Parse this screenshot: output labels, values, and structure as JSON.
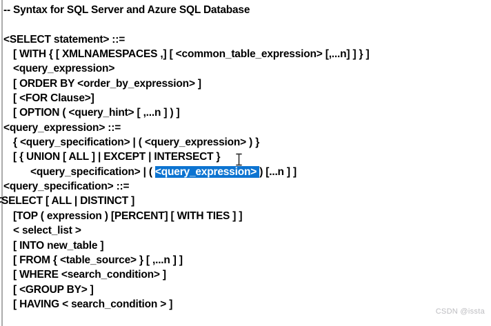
{
  "code": {
    "language": "sql-syntax",
    "lines": [
      "-- Syntax for SQL Server and Azure SQL Database",
      "",
      "<SELECT statement> ::=",
      "[ WITH { [ XMLNAMESPACES ,] [ <common_table_expression> [,...n] ] } ]",
      "<query_expression>",
      "[ ORDER BY <order_by_expression> ]",
      "[ <FOR Clause>]",
      "[ OPTION ( <query_hint> [ ,...n ] ) ]",
      "<query_expression> ::=",
      "{ <query_specification> | ( <query_expression> ) }",
      "[ { UNION [ ALL ] | EXCEPT | INTERSECT }",
      {
        "pre": "<query_specification> | ( ",
        "selected": "<query_expression> ",
        "post": ") [...n ] ]"
      },
      "<query_specification> ::=",
      "SELECT [ ALL | DISTINCT ]",
      "[TOP ( expression ) [PERCENT] [ WITH TIES ] ]",
      "< select_list >",
      "[ INTO new_table ]",
      "[ FROM { <table_source> } [ ,...n ] ]",
      "[ WHERE <search_condition> ]",
      "[ <GROUP BY> ]",
      "[ HAVING < search_condition > ]"
    ]
  },
  "selection": {
    "selected_text": "<query_expression> ",
    "bg_color": "#0d74d1",
    "text_color": "#ffffff"
  },
  "cursor": {
    "type": "i-beam-text-cursor"
  },
  "watermark": {
    "text": "CSDN @issta",
    "color": "#bcbcc0"
  },
  "colors": {
    "text": "#000000",
    "background": "#ffffff",
    "left_border": "#ababab"
  }
}
